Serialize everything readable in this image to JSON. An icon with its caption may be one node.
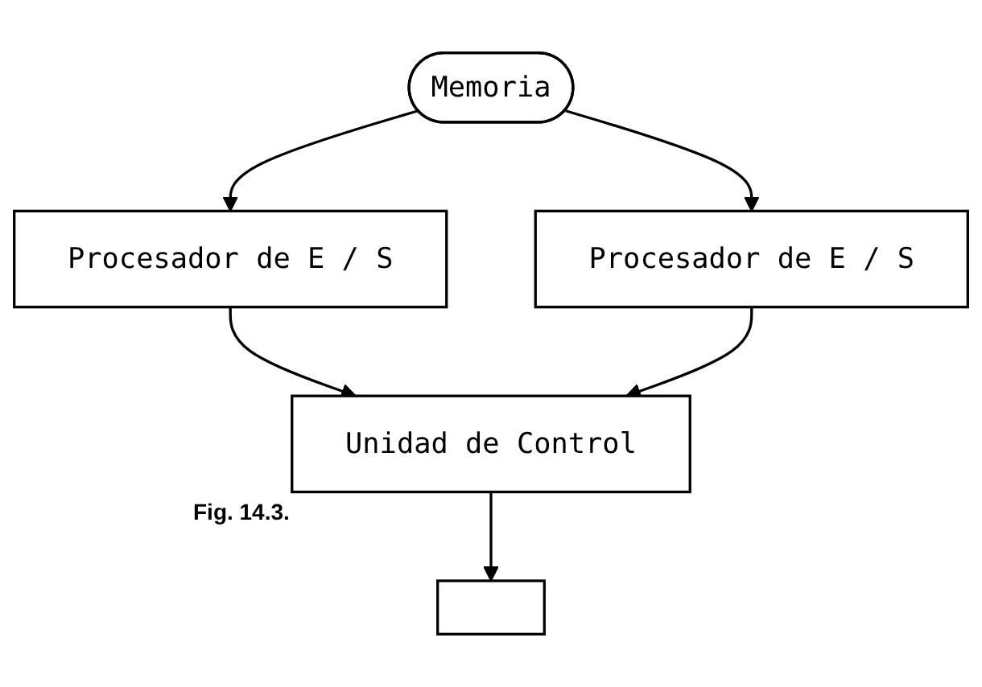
{
  "diagram": {
    "nodes": [
      {
        "text": [
          "Memoria"
        ]
      },
      {
        "text": [
          "Procesador de E / S"
        ]
      },
      {
        "text": [
          "Procesador de E / S"
        ]
      },
      {
        "text": [
          "Unidad de Control"
        ]
      },
      {
        "text": [],
        "shape": "box"
      }
    ],
    "edges": [
      {
        "from": 0,
        "to": 1,
        "arrow": "to"
      },
      {
        "from": 0,
        "to": 2,
        "arrow": "to"
      },
      {
        "from": 1,
        "to": 3,
        "arrow": "to"
      },
      {
        "from": 2,
        "to": 3,
        "arrow": "to"
      },
      {
        "from": 3,
        "to": 4,
        "arrow": "to"
      }
    ],
    "labels": [
      "Fig. 14.3."
    ]
  }
}
